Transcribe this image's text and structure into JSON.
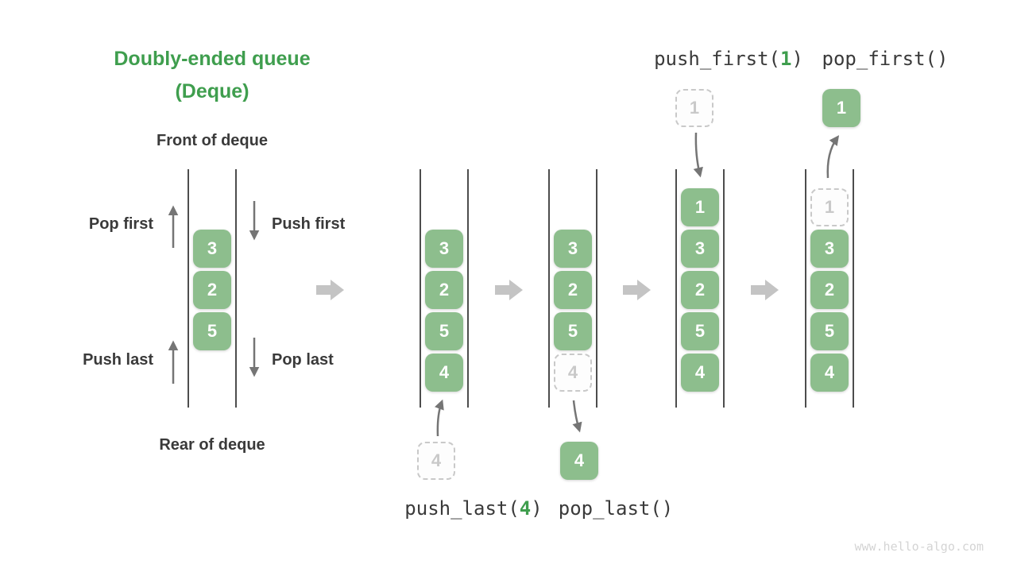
{
  "title": {
    "line1": "Doubly-ended queue",
    "line2": "(Deque)"
  },
  "deque_labels": {
    "front": "Front of deque",
    "rear": "Rear of deque",
    "pop_first": "Pop first",
    "push_first": "Push first",
    "push_last": "Push last",
    "pop_last": "Pop last"
  },
  "operations": {
    "push_last": {
      "prefix": "push_last(",
      "arg": "4",
      "suffix": ")"
    },
    "pop_last": {
      "label": "pop_last()"
    },
    "push_first": {
      "prefix": "push_first(",
      "arg": "1",
      "suffix": ")"
    },
    "pop_first": {
      "label": "pop_first()"
    }
  },
  "columns": {
    "initial": [
      "3",
      "2",
      "5"
    ],
    "after_push_last": [
      "3",
      "2",
      "5",
      "4"
    ],
    "after_pop_last": [
      "3",
      "2",
      "5",
      "4"
    ],
    "after_push_first": [
      "1",
      "3",
      "2",
      "5",
      "4"
    ],
    "after_pop_first": [
      "1",
      "3",
      "2",
      "5",
      "4"
    ]
  },
  "floating": {
    "push_last_value": "4",
    "pop_last_value": "4",
    "push_first_value": "1",
    "pop_first_value": "1"
  },
  "watermark": "www.hello-algo.com",
  "colors": {
    "box_green": "#8dbe8d",
    "accent_green": "#3f9e4e",
    "dark_text": "#3a3a3a",
    "arrow_gray": "#757575",
    "step_arrow_gray": "#c4c4c4",
    "ghost_gray": "#c9c9c9",
    "line_gray": "#4d4d4d",
    "watermark_gray": "#d4d4d4"
  }
}
